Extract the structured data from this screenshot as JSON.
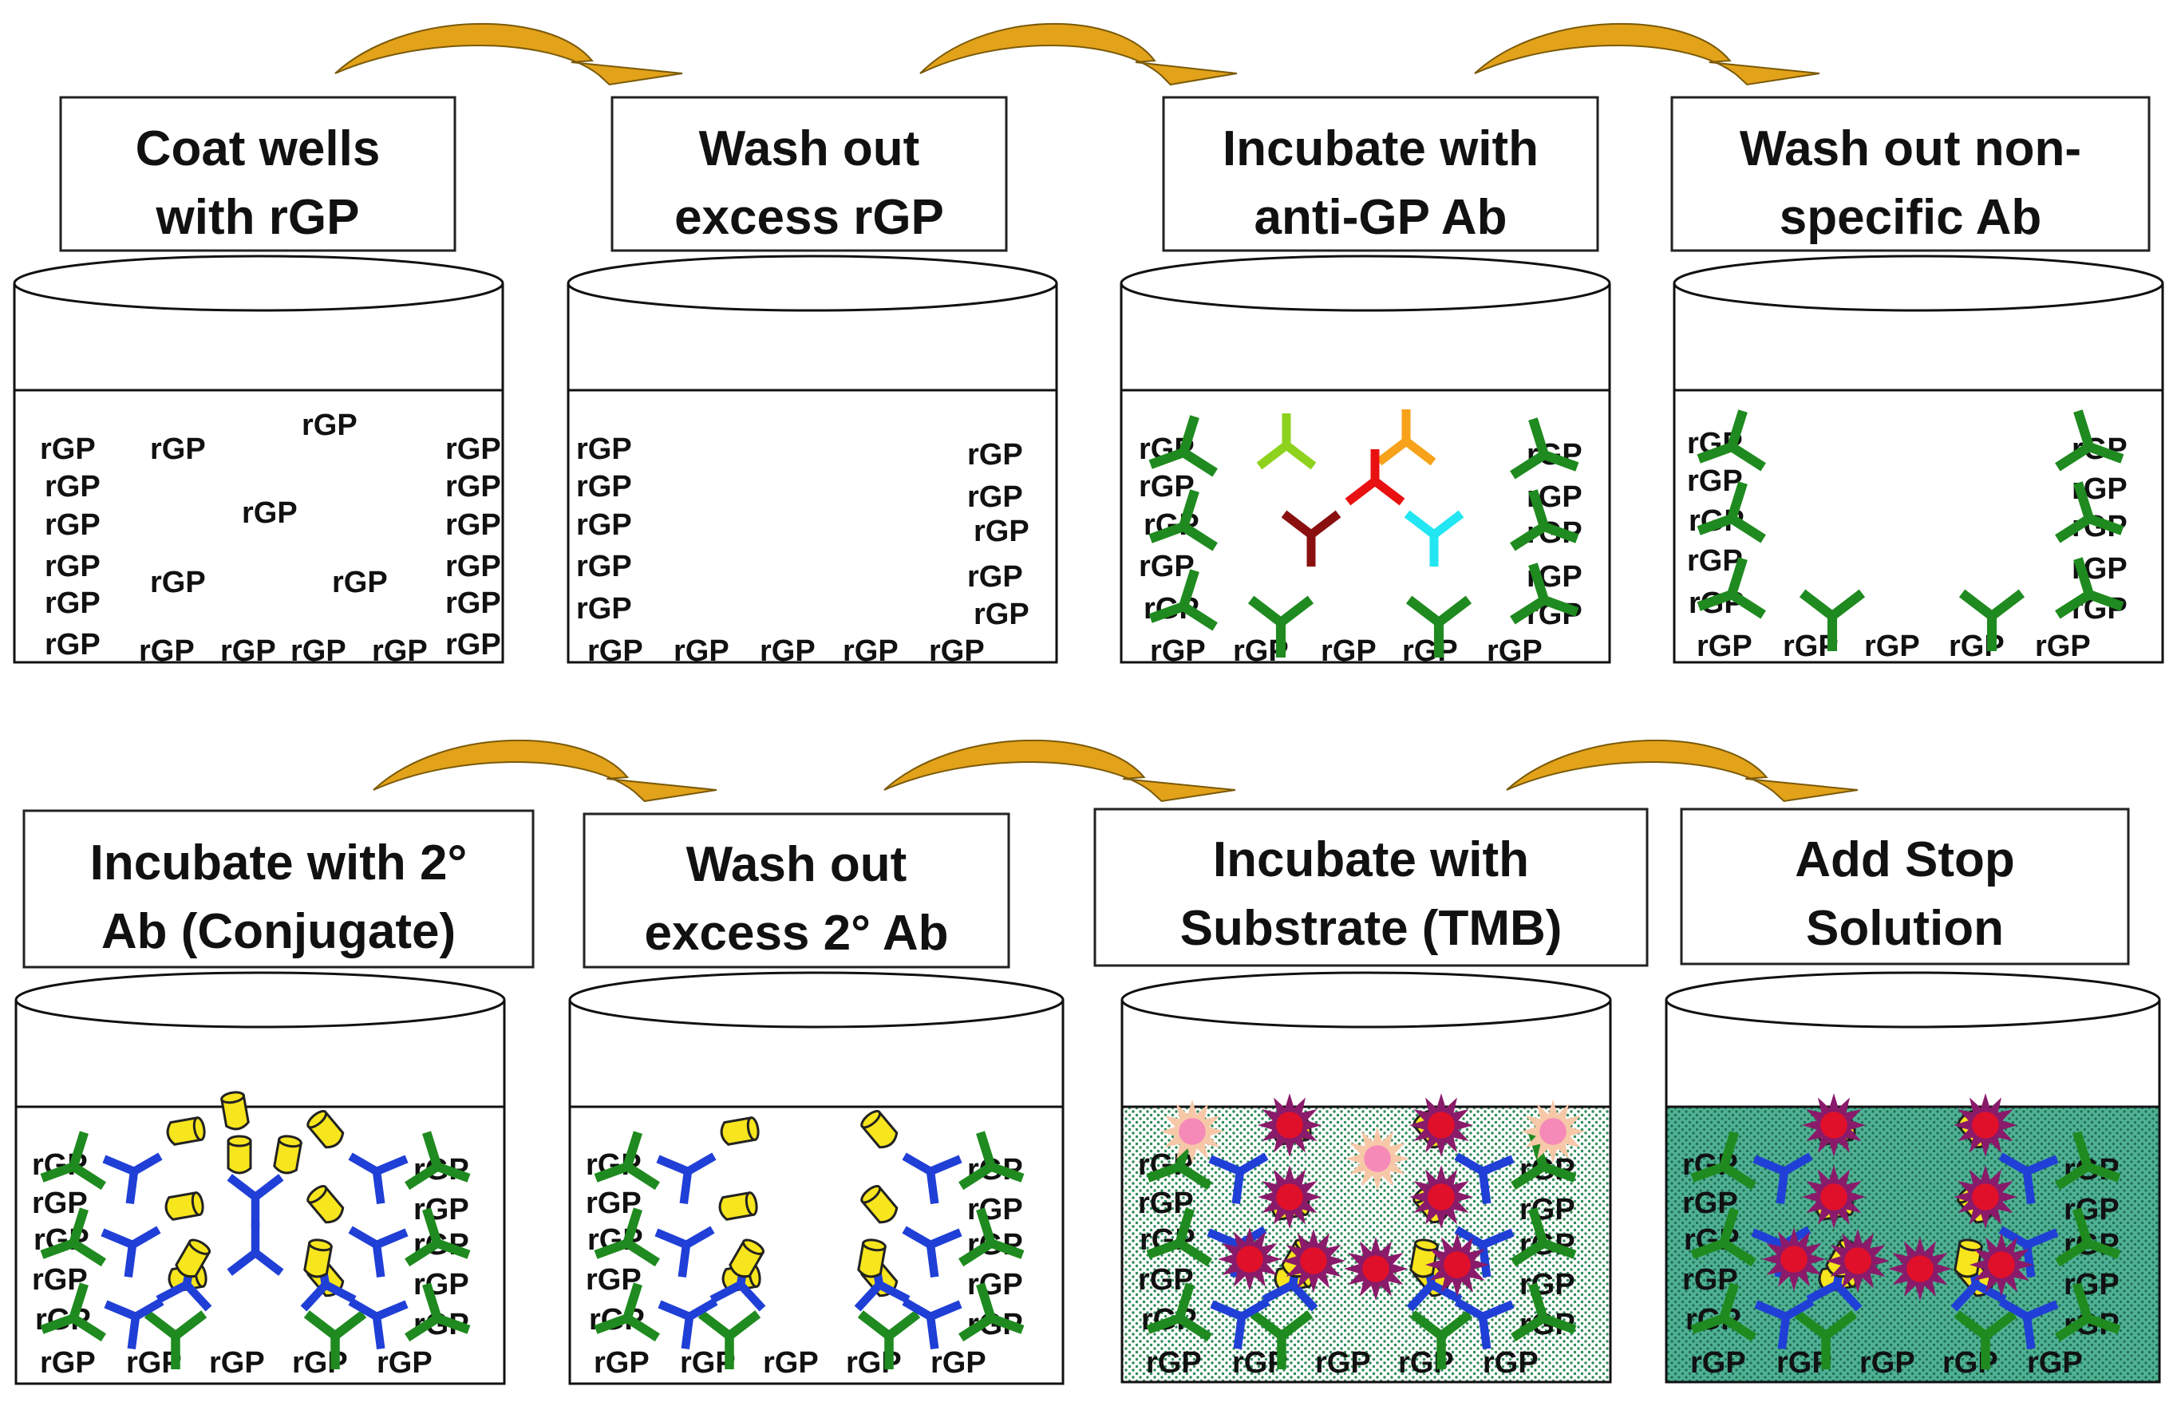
{
  "title": "",
  "colors": {
    "arrow_fill": "#e2a21a",
    "arrow_stroke": "#7a5a0a",
    "antibody_green": "#1f8a1f",
    "antibody_blue": "#1f3fd6",
    "conjugate_yellow": "#f7e51d",
    "burst_purple": "#8a1a6a",
    "burst_red": "#e0102a",
    "burst_peach": "#f7c8a8",
    "burst_pink": "#f58ab8",
    "substrate_dots": "#2e8b57",
    "stop_solution": "#4fb094",
    "nonspecific_lime": "#8ed21e",
    "nonspecific_orange": "#f7a21a",
    "nonspecific_red": "#e81010",
    "nonspecific_maroon": "#8a1010",
    "nonspecific_cyan": "#22e6f2"
  },
  "antigen_label": "rGP",
  "steps": [
    {
      "id": "coat",
      "label_lines": [
        "Coat wells",
        "with rGP"
      ]
    },
    {
      "id": "wash1",
      "label_lines": [
        "Wash out",
        "excess rGP"
      ]
    },
    {
      "id": "primary",
      "label_lines": [
        "Incubate with",
        "anti-GP Ab"
      ]
    },
    {
      "id": "wash2",
      "label_lines": [
        "Wash out non-",
        "specific Ab"
      ]
    },
    {
      "id": "secondary",
      "label_lines": [
        "Incubate with 2°",
        "Ab (Conjugate)"
      ]
    },
    {
      "id": "wash3",
      "label_lines": [
        "Wash out",
        "excess 2° Ab"
      ]
    },
    {
      "id": "substrate",
      "label_lines": [
        "Incubate with",
        "Substrate (TMB)"
      ]
    },
    {
      "id": "stop",
      "label_lines": [
        "Add Stop",
        "Solution"
      ]
    }
  ]
}
